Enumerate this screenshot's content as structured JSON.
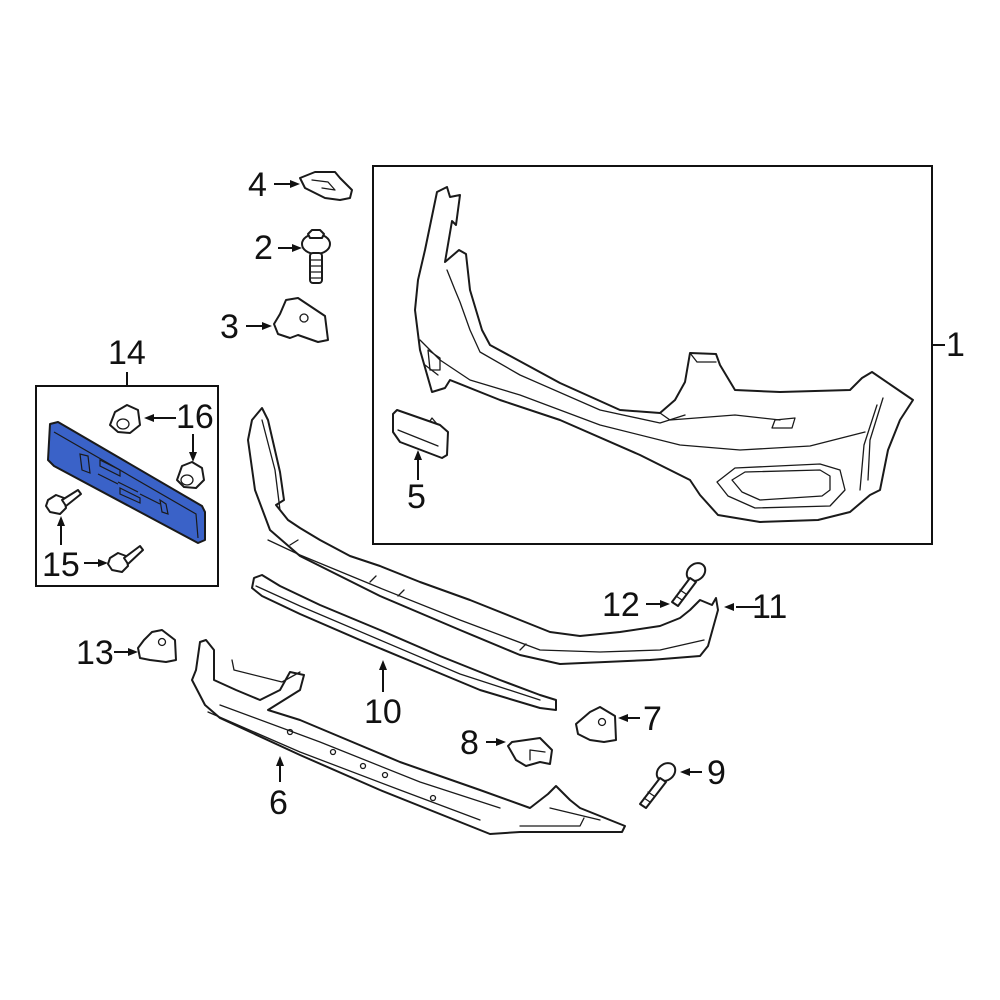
{
  "diagram": {
    "type": "exploded-parts-diagram",
    "subject": "Front bumper cover assembly",
    "highlight_color": "#3a62c8",
    "highlighted_part": "14",
    "callouts": [
      {
        "id": "1",
        "label": "1",
        "description": "Bumper cover (boxed assembly)"
      },
      {
        "id": "2",
        "label": "2",
        "description": "Bolt"
      },
      {
        "id": "3",
        "label": "3",
        "description": "Retainer"
      },
      {
        "id": "4",
        "label": "4",
        "description": "Clip"
      },
      {
        "id": "5",
        "label": "5",
        "description": "Tow hook cover"
      },
      {
        "id": "6",
        "label": "6",
        "description": "Lower valance / deflector"
      },
      {
        "id": "7",
        "label": "7",
        "description": "Retainer"
      },
      {
        "id": "8",
        "label": "8",
        "description": "Clip"
      },
      {
        "id": "9",
        "label": "9",
        "description": "Screw"
      },
      {
        "id": "10",
        "label": "10",
        "description": "Trim molding"
      },
      {
        "id": "11",
        "label": "11",
        "description": "Lower cover"
      },
      {
        "id": "12",
        "label": "12",
        "description": "Screw"
      },
      {
        "id": "13",
        "label": "13",
        "description": "Retainer"
      },
      {
        "id": "14",
        "label": "14",
        "description": "License bracket (boxed assembly, highlighted)"
      },
      {
        "id": "15",
        "label": "15",
        "description": "Bolt"
      },
      {
        "id": "16",
        "label": "16",
        "description": "Nut"
      }
    ]
  }
}
